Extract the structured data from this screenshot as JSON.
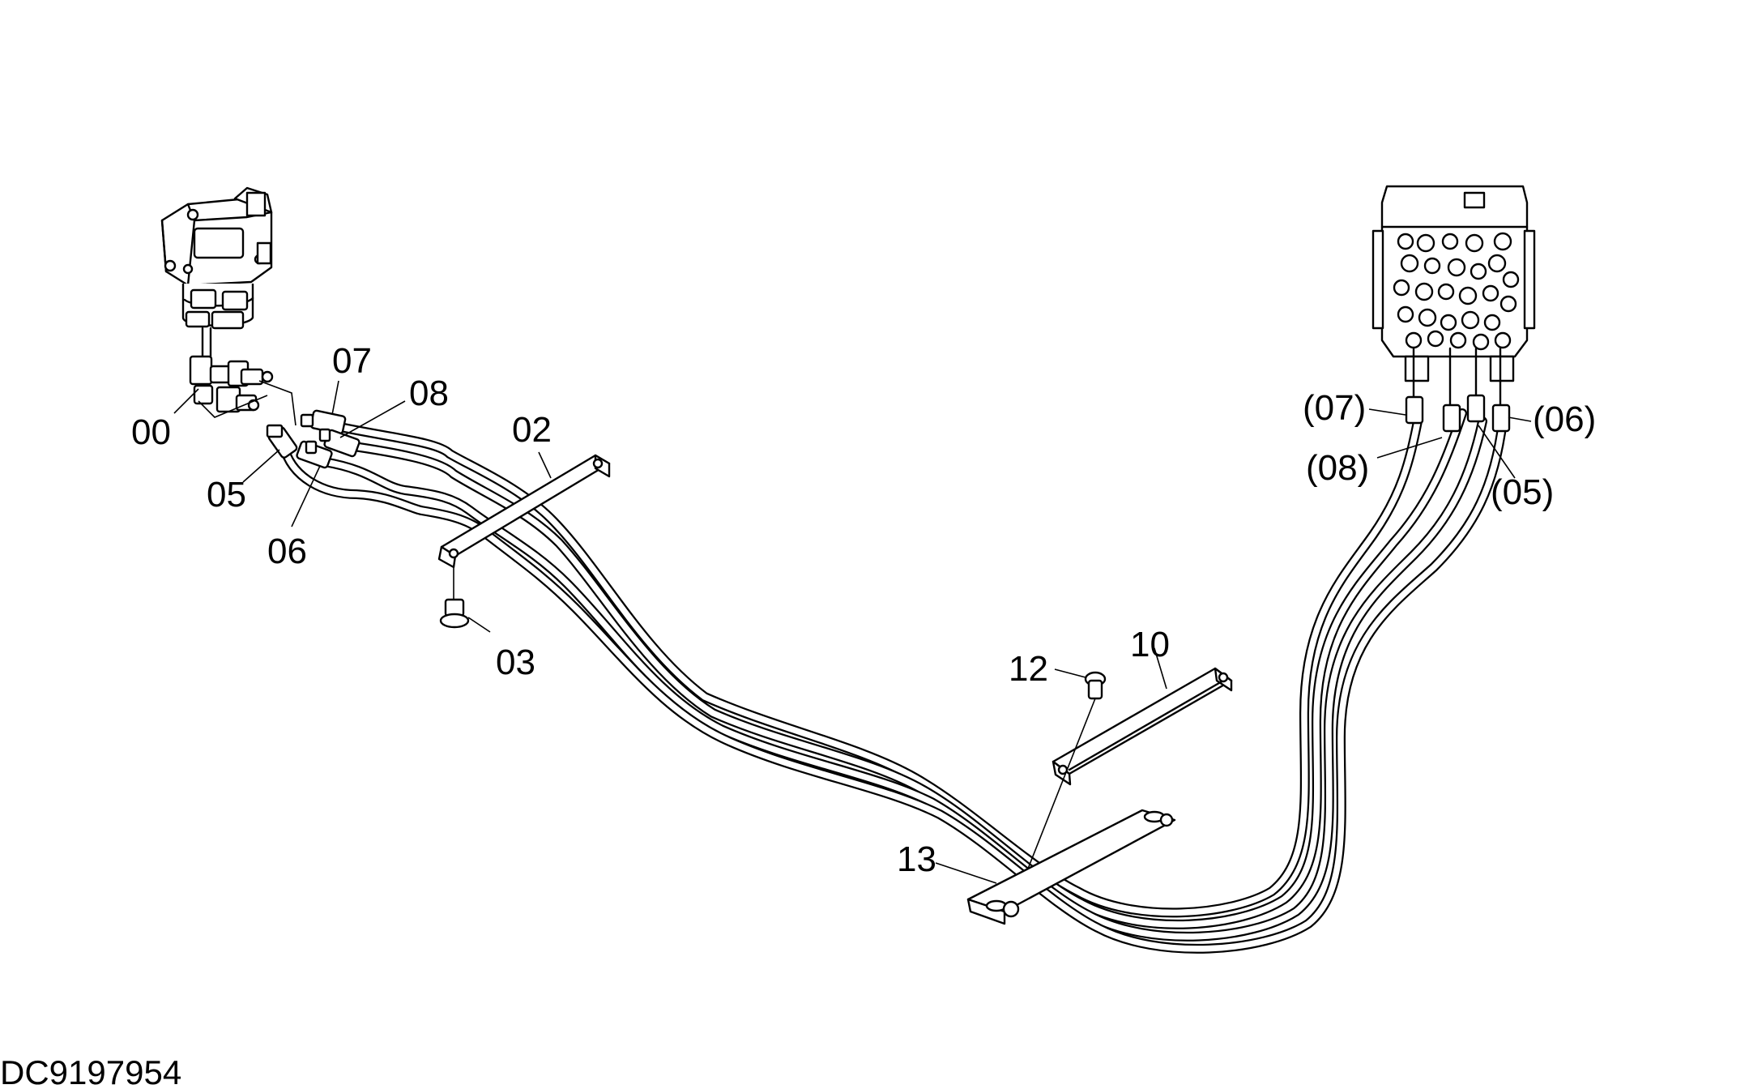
{
  "drawing": {
    "document_id": "DC9197954",
    "callouts": {
      "p00": "00",
      "p02": "02",
      "p03": "03",
      "p05": "05",
      "p06": "06",
      "p07": "07",
      "p08": "08",
      "p10": "10",
      "p12": "12",
      "p13": "13",
      "p05_ref": "(05)",
      "p06_ref": "(06)",
      "p07_ref": "(07)",
      "p08_ref": "(08)"
    }
  }
}
